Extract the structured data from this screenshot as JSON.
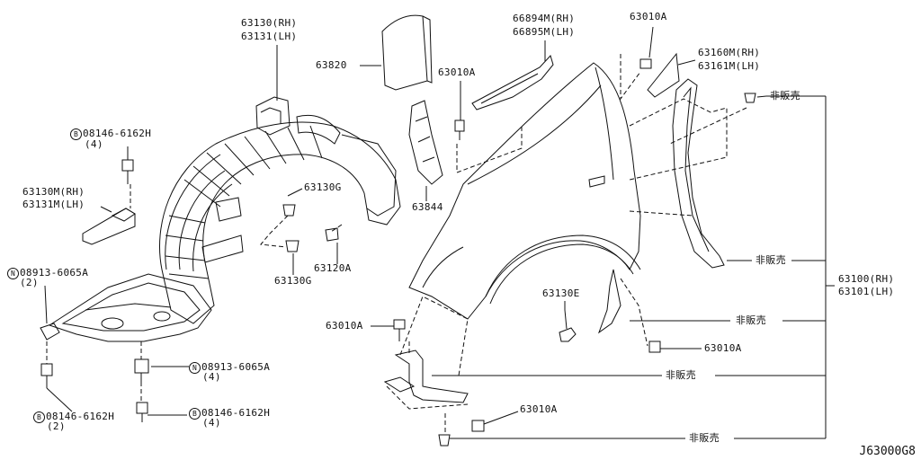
{
  "diagram_code": "J63000G8",
  "labels": {
    "p63130": "63130(RH)",
    "p63131": "63131(LH)",
    "p63820": "63820",
    "p66894": "66894M(RH)",
    "p66895": "66895M(LH)",
    "p63010a_top": "63010A",
    "p63010a_mid": "63010A",
    "p63160": "63160M(RH)",
    "p63161": "63161M(LH)",
    "hihanbai_1": "非販売",
    "b08146_top_sym": "B",
    "b08146_top": "08146-6162H",
    "b08146_top_qty": "(4)",
    "p63130m": "63130M(RH)",
    "p63131m": "63131M(LH)",
    "p63130g_a": "63130G",
    "p63844": "63844",
    "n08913_left_sym": "N",
    "n08913_left": "08913-6065A",
    "n08913_left_qty": "(2)",
    "p63120a": "63120A",
    "p63130g_b": "63130G",
    "hihanbai_2": "非販売",
    "p63100": "63100(RH)",
    "p63101": "63101(LH)",
    "p63130e": "63130E",
    "hihanbai_3": "非販売",
    "p63010a_left": "63010A",
    "p63010a_right": "63010A",
    "n08913_mid_sym": "N",
    "n08913_mid": "08913-6065A",
    "n08913_mid_qty": "(4)",
    "hihanbai_4": "非販売",
    "b08146_bl_sym": "B",
    "b08146_bl": "08146-6162H",
    "b08146_bl_qty": "(2)",
    "b08146_bm_sym": "B",
    "b08146_bm": "08146-6162H",
    "b08146_bm_qty": "(4)",
    "p63010a_bottom": "63010A",
    "hihanbai_5": "非販売"
  }
}
